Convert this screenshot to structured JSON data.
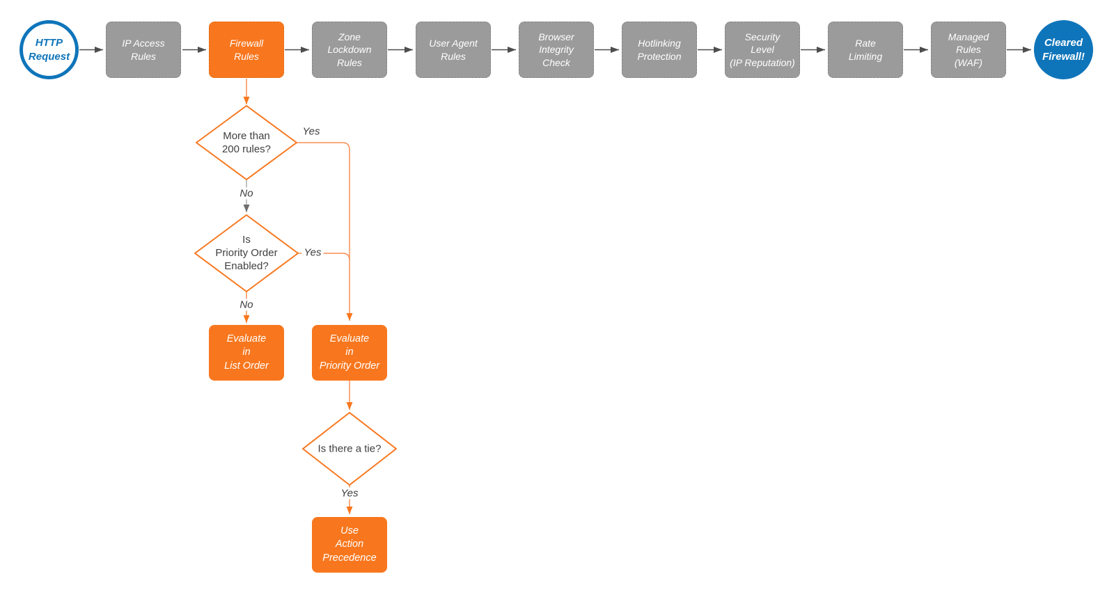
{
  "colors": {
    "background": "#FFFFFF",
    "accent_orange": "#F8771E",
    "orange_line": "#F98F52",
    "gray_node": "#9B9B9B",
    "gray_node_border": "#838383",
    "accent_blue": "#0F75BA",
    "dark_arrow": "#4D4D4D",
    "gray_line": "#ADADAD",
    "gray_arrowhead": "#6E6E6E",
    "text_dark": "#404040",
    "text_white": "#FFFFFF"
  },
  "pipeline": {
    "start": {
      "label": "HTTP\nRequest"
    },
    "steps": [
      {
        "label": "IP Access\nRules",
        "highlighted": false
      },
      {
        "label": "Firewall\nRules",
        "highlighted": true
      },
      {
        "label": "Zone\nLockdown\nRules",
        "highlighted": false
      },
      {
        "label": "User Agent\nRules",
        "highlighted": false
      },
      {
        "label": "Browser\nIntegrity\nCheck",
        "highlighted": false
      },
      {
        "label": "Hotlinking\nProtection",
        "highlighted": false
      },
      {
        "label": "Security\nLevel\n(IP Reputation)",
        "highlighted": false
      },
      {
        "label": "Rate\nLimiting",
        "highlighted": false
      },
      {
        "label": "Managed\nRules\n(WAF)",
        "highlighted": false
      }
    ],
    "end": {
      "label": "Cleared\nFirewall!"
    }
  },
  "decision_flow": {
    "decisions": {
      "more_than_200": {
        "label": "More than\n200 rules?"
      },
      "priority_enabled": {
        "label": "Is\nPriority Order\nEnabled?"
      },
      "tie": {
        "label": "Is there a tie?"
      }
    },
    "actions": {
      "list_order": {
        "label": "Evaluate\nin\nList Order"
      },
      "priority_order": {
        "label": "Evaluate\nin\nPriority Order"
      },
      "action_precedence": {
        "label": "Use\nAction\nPrecedence"
      }
    },
    "edge_labels": {
      "d1_yes": "Yes",
      "d1_no": "No",
      "d2_yes": "Yes",
      "d2_no": "No",
      "d3_yes": "Yes"
    }
  }
}
